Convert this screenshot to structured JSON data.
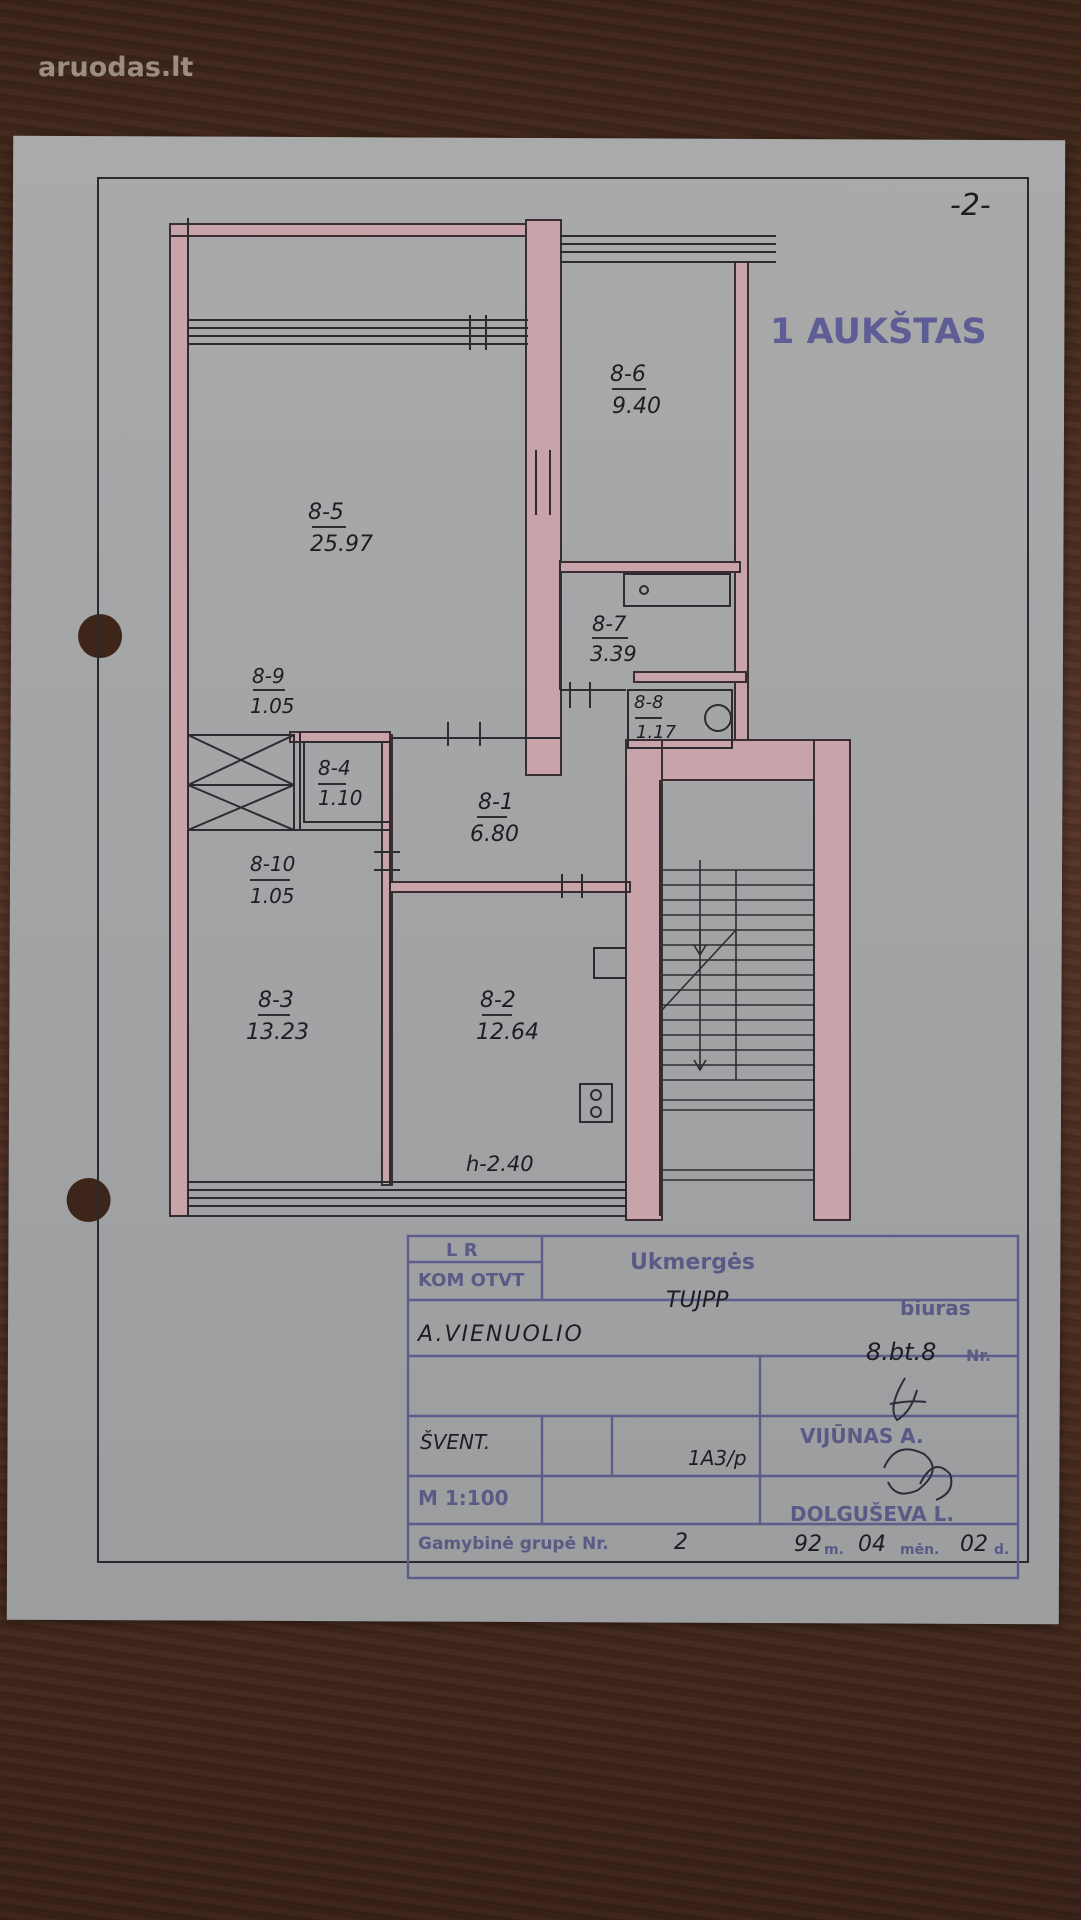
{
  "watermark": "aruodas.lt",
  "page_number": "-2-",
  "floor_stamp": "1 AUKŠTAS",
  "rooms": [
    {
      "id": "8-5",
      "area": "25.97"
    },
    {
      "id": "8-6",
      "area": "9.40"
    },
    {
      "id": "8-7",
      "area": "3.39"
    },
    {
      "id": "8-8",
      "area": "1.17"
    },
    {
      "id": "8-9",
      "area": "1.05"
    },
    {
      "id": "8-4",
      "area": "1.10"
    },
    {
      "id": "8-1",
      "area": "6.80"
    },
    {
      "id": "8-10",
      "area": "1.05"
    },
    {
      "id": "8-3",
      "area": "13.23"
    },
    {
      "id": "8-2",
      "area": "12.64"
    }
  ],
  "ceiling_height": "h-2.40",
  "title_block": {
    "org_line1": "L R",
    "org_line2": "KOM OTVT",
    "city": "Ukmergės",
    "office": "biuras",
    "project": "TUJPP",
    "street": "A.VIENUOLIO",
    "house": "8.bt.8",
    "nr_label": "Nr.",
    "kadastr": "ŠVENT.",
    "code": "1A3/p",
    "scale": "M 1:100",
    "group_label": "Gamybinė grupė Nr.",
    "group_nr": "2",
    "person1": "VIJŪNAS A.",
    "person2": "DOLGUŠEVA L.",
    "date_year": "92",
    "date_m_label": "m.",
    "date_month": "04",
    "date_men_label": "mėn.",
    "date_day": "02",
    "date_d_label": "d."
  }
}
